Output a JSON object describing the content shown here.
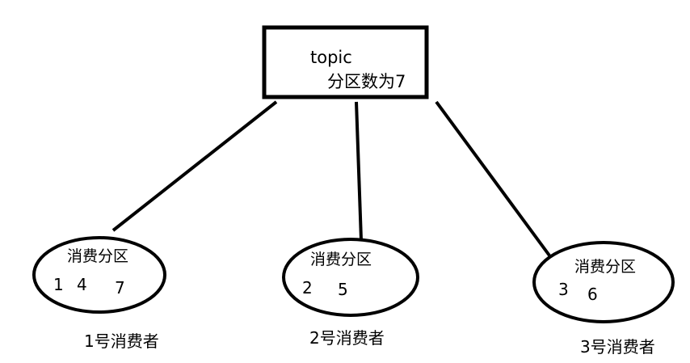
{
  "topic": {
    "title": "topic",
    "subtitle": "分区数为7",
    "partition_count": 7
  },
  "consumers": [
    {
      "name": "1号消费者",
      "partition_label": "消费分区",
      "partitions": [
        "1",
        "4",
        "7"
      ]
    },
    {
      "name": "2号消费者",
      "partition_label": "消费分区",
      "partitions": [
        "2",
        "5"
      ]
    },
    {
      "name": "3号消费者",
      "partition_label": "消费分区",
      "partitions": [
        "3",
        "6"
      ]
    }
  ],
  "colors": {
    "stroke": "#000000",
    "background": "#ffffff"
  }
}
